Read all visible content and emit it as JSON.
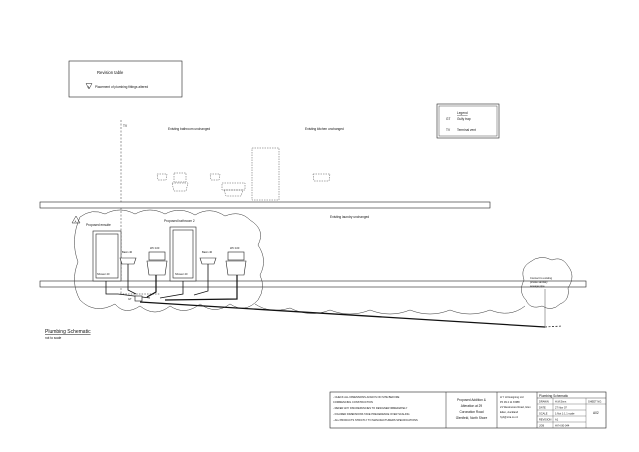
{
  "revision_table": {
    "title": "Revision table",
    "items": [
      {
        "mark": "A",
        "text": "Placement of plumbing fittings altered"
      }
    ]
  },
  "legend": {
    "title": "Legend",
    "items": [
      {
        "code": "GT",
        "text": "Gully trap"
      },
      {
        "code": "TV",
        "text": "Terminal vent"
      }
    ]
  },
  "labels": {
    "tv": "TV",
    "existing_bathroom": "Existing bathroom unchanged",
    "existing_kitchen": "Existing kitchen unchanged",
    "existing_laundry": "Existing laundry unchanged",
    "proposed_ensuite": "Proposed ensuite",
    "proposed_bathroom": "Proposed bathroom 2",
    "revision_marker": "A",
    "basin1": "Basin 40",
    "wc1": "WC 100",
    "shower1": "Shower 40",
    "basin2": "Basin 40",
    "wc2": "WC 100",
    "shower2": "Shower 40",
    "gt": "GT",
    "connect_lines": [
      "Connect to existing",
      "private sanitary",
      "sewage pipe"
    ],
    "schematic_title": "Plumbing Schematic",
    "schematic_subtitle": "not to scale"
  },
  "notes": [
    "- CHECK ALL DIMENSIONS ALWAYS ON SITE BEFORE",
    "  COMMENCING CONSTRUCTION",
    "- REFER ANY DISCREPANCIES TO DESIGNER IMMEDIATELY",
    "- FIGURED DIMENSIONS TAKE PRECEDENCE OVER SCALING",
    "- ALL PRODUCTS STRICTLY TO MANUFACTURERS SPECIFICATIONS"
  ],
  "project": [
    "Proposed Addition &",
    "Alteration at 29",
    "Coronation Road",
    "Glenfield, North Shore"
  ],
  "company": [
    "H Y H Designing Ltd",
    "Ph 09 4 11 8 888",
    "21 Westmoore Road, Glen",
    "Eden, Auckland",
    "hyh@xtra.co.nz"
  ],
  "title_block": {
    "title": "Plumbing Schematic",
    "rows": [
      {
        "label": "DRAWN",
        "value": "H.M.Sims"
      },
      {
        "label": "DATE",
        "value": "27 Nov 07"
      },
      {
        "label": "SCALE",
        "value": "1:Not 1:1.1 scale"
      },
      {
        "label": "REVISION",
        "value": "A1"
      },
      {
        "label": "JOB",
        "value": "HYH 00-044"
      }
    ],
    "sheet_label": "SHEET NO.",
    "sheet_value": "A02"
  }
}
